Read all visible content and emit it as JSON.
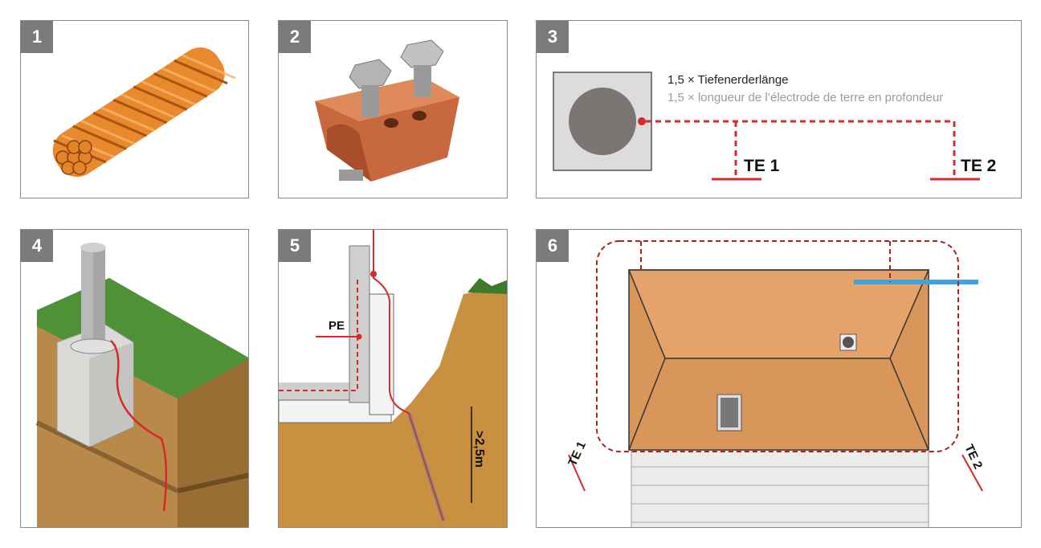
{
  "panels": [
    {
      "number": "1"
    },
    {
      "number": "2"
    },
    {
      "number": "3",
      "label_de": "1,5 × Tiefenerderlänge",
      "label_fr": "1,5 × longueur de l’électrode de terre en profondeur",
      "te1": "TE 1",
      "te2": "TE 2"
    },
    {
      "number": "4"
    },
    {
      "number": "5",
      "pe": "PE",
      "depth": ">2,5m"
    },
    {
      "number": "6",
      "te1": "TE 1",
      "te2": "TE 2"
    }
  ],
  "colors": {
    "badge": "#7b7b7b",
    "conductor": "#d42a2a",
    "copper": "#c8683f",
    "soil": "#c9913f",
    "roof": "#d9965a"
  }
}
